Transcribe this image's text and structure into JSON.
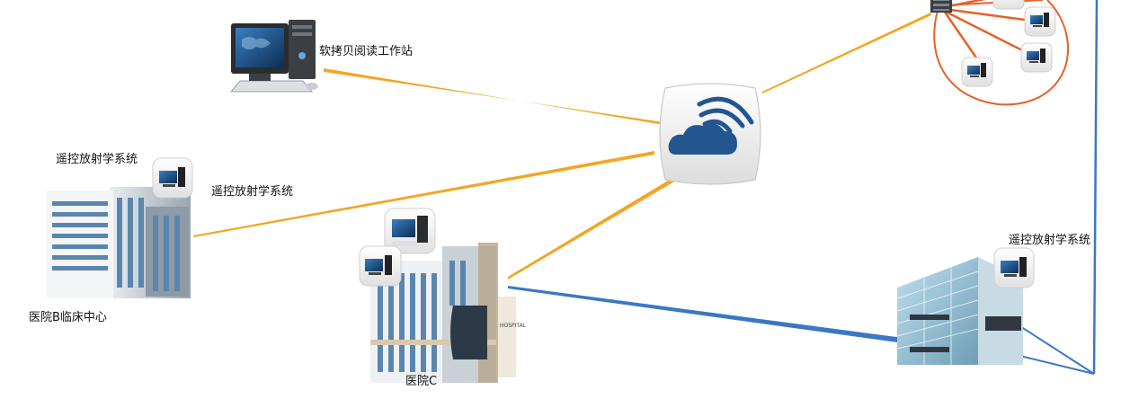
{
  "colors": {
    "orange_link": "#F2A623",
    "blue_link": "#3C77C3",
    "red_link": "#E5622A",
    "cloud_blue": "#23558F",
    "building_gray": "#9AA7B3",
    "window_blue": "#5A86AE"
  },
  "labels": {
    "workstation": "软拷贝阅读工作站",
    "remote_radiology_b_top": "遥控放射学系统",
    "remote_radiology_b_side": "遥控放射学系统",
    "hospital_b": "医院B临床中心",
    "hospital_c": "医院C",
    "remote_radiology_right": "遥控放射学系统",
    "hospital_sign": "HOSPITAL"
  },
  "icons": {
    "cloud": "cloud-wifi-icon",
    "workstation": "desktop-computer-icon",
    "server": "server-rack-icon",
    "pc_small": "monitor-pc-icon",
    "building": "hospital-building-icon"
  }
}
